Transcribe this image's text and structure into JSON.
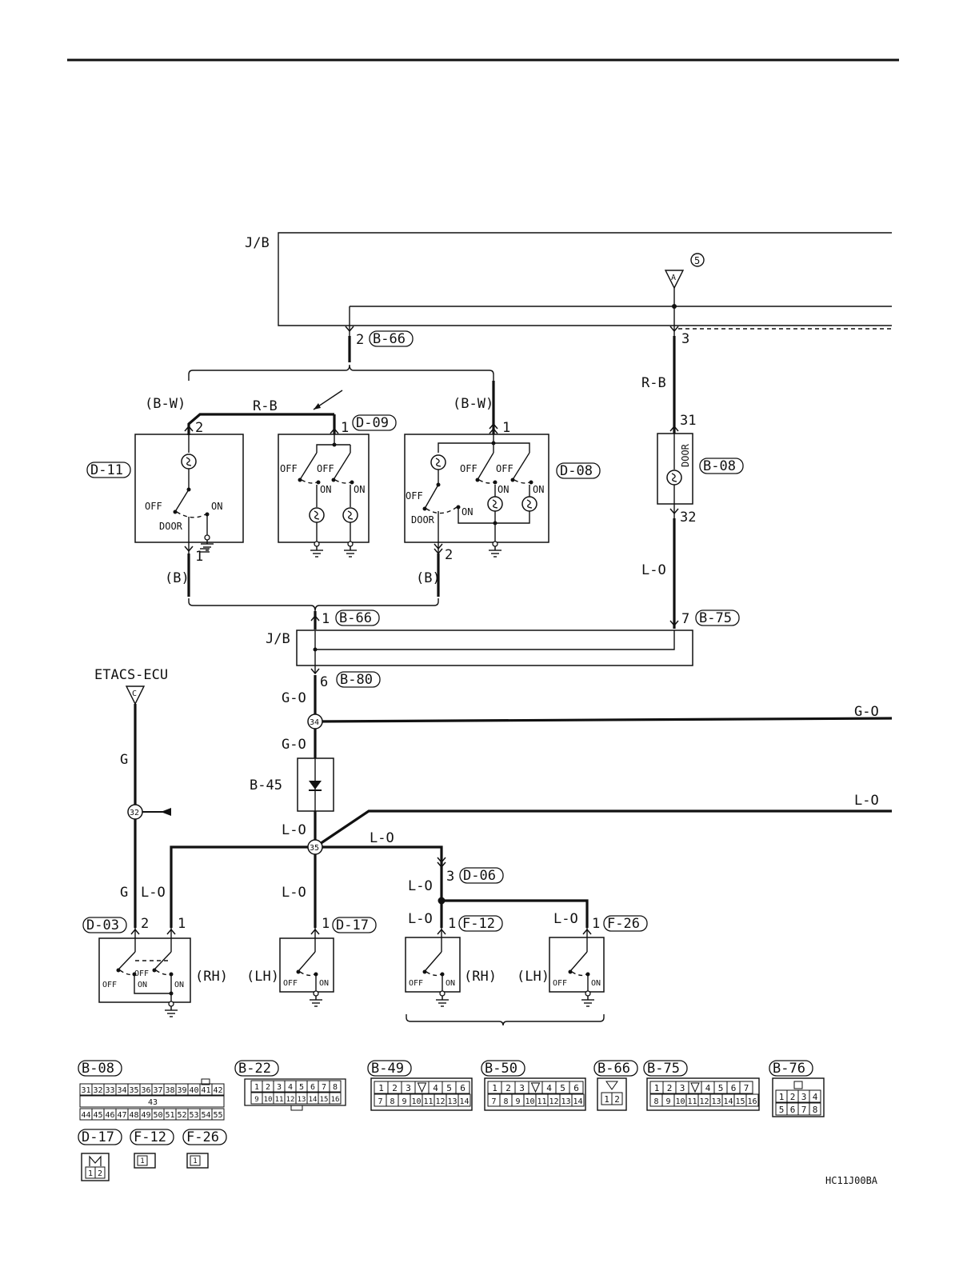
{
  "document_code": "HC11J00BA",
  "jb_label": "J/B",
  "etacs_label": "ETACS-ECU",
  "connector_refs": {
    "b66": "B-66",
    "d09": "D-09",
    "d11": "D-11",
    "d08": "D-08",
    "b08": "B-08",
    "b75": "B-75",
    "b80": "B-80",
    "d06": "D-06",
    "d03": "D-03",
    "d17": "D-17",
    "f12": "F-12",
    "f26": "F-26",
    "b45": "B-45",
    "b22": "B-22",
    "b49": "B-49",
    "b50": "B-50",
    "b76": "B-76"
  },
  "wire_colors": {
    "bw": "(B-W)",
    "b": "(B)",
    "rb": "R-B",
    "lo": "L-O",
    "go": "G-O",
    "g": "G"
  },
  "terminals": {
    "t1": "1",
    "t2": "2",
    "t3": "3",
    "t6": "6",
    "t7": "7",
    "t31": "31",
    "t32": "32"
  },
  "circled": {
    "five": "5",
    "j34": "34",
    "j32": "32",
    "j35": "35"
  },
  "connector_flags": {
    "a": "A",
    "c": "C"
  },
  "switch_text": {
    "off": "OFF",
    "on": "ON",
    "door": "DOOR"
  },
  "sides": {
    "rh": "(RH)",
    "lh": "(LH)"
  },
  "pinouts": {
    "b08_row1": [
      "31",
      "32",
      "33",
      "34",
      "35",
      "36",
      "37",
      "38",
      "39",
      "40",
      "41",
      "42"
    ],
    "b08_mid": "43",
    "b08_row2": [
      "44",
      "45",
      "46",
      "47",
      "48",
      "49",
      "50",
      "51",
      "52",
      "53",
      "54",
      "55"
    ],
    "b22_row1": [
      "1",
      "2",
      "3",
      "4",
      "5",
      "6",
      "7",
      "8"
    ],
    "b22_row2": [
      "9",
      "10",
      "11",
      "12",
      "13",
      "14",
      "15",
      "16"
    ],
    "b49_row1": [
      "1",
      "2",
      "3",
      "",
      "4",
      "5",
      "6"
    ],
    "b49_row2": [
      "7",
      "8",
      "9",
      "10",
      "11",
      "12",
      "13",
      "14"
    ],
    "b50_row1": [
      "1",
      "2",
      "3",
      "",
      "4",
      "5",
      "6"
    ],
    "b50_row2": [
      "7",
      "8",
      "9",
      "10",
      "11",
      "12",
      "13",
      "14"
    ],
    "b66_row": [
      "1",
      "2"
    ],
    "b75_row1": [
      "1",
      "2",
      "3",
      "",
      "4",
      "5",
      "6",
      "7"
    ],
    "b75_row2": [
      "8",
      "9",
      "10",
      "11",
      "12",
      "13",
      "14",
      "15",
      "16"
    ],
    "b76_row1": [
      "1",
      "2",
      "3",
      "4"
    ],
    "b76_row2": [
      "5",
      "6",
      "7",
      "8"
    ],
    "d17_row": [
      "1",
      "2"
    ],
    "f12_row": [
      "1"
    ],
    "f26_row": [
      "1"
    ]
  }
}
